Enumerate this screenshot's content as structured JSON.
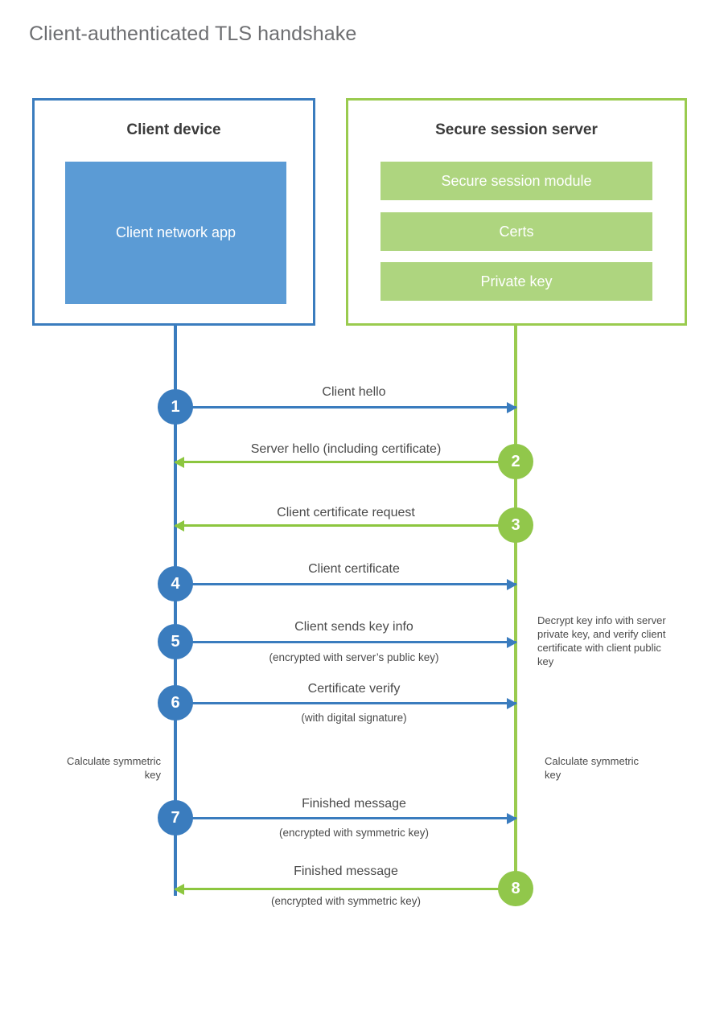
{
  "title": "Client-authenticated TLS handshake",
  "colors": {
    "client_blue": "#3a7cbe",
    "client_app_fill": "#5b9bd5",
    "server_green": "#9acb4f",
    "server_bar_fill": "#aed57f",
    "arrow_green": "#8cc63f",
    "circle_green": "#91c74b",
    "text_gray": "#4a4a4a",
    "title_gray": "#6d6e71"
  },
  "parties": {
    "client": {
      "title": "Client device",
      "app_label": "Client network app"
    },
    "server": {
      "title": "Secure session server",
      "components": [
        "Secure session module",
        "Certs",
        "Private key"
      ]
    }
  },
  "steps": [
    {
      "number": "1",
      "label": "Client hello",
      "sub": "",
      "direction": "client-to-server",
      "color": "blue"
    },
    {
      "number": "2",
      "label": "Server hello (including certificate)",
      "sub": "",
      "direction": "server-to-client",
      "color": "green"
    },
    {
      "number": "3",
      "label": "Client certificate request",
      "sub": "",
      "direction": "server-to-client",
      "color": "green"
    },
    {
      "number": "4",
      "label": "Client certificate",
      "sub": "",
      "direction": "client-to-server",
      "color": "blue"
    },
    {
      "number": "5",
      "label": "Client sends key info",
      "sub": "(encrypted with server’s public key)",
      "direction": "client-to-server",
      "color": "blue"
    },
    {
      "number": "6",
      "label": "Certificate verify",
      "sub": "(with digital signature)",
      "direction": "client-to-server",
      "color": "blue"
    },
    {
      "number": "7",
      "label": "Finished message",
      "sub": "(encrypted with symmetric key)",
      "direction": "client-to-server",
      "color": "blue"
    },
    {
      "number": "8",
      "label": "Finished message",
      "sub": "(encrypted with symmetric key)",
      "direction": "server-to-client",
      "color": "green"
    }
  ],
  "notes": {
    "server_decrypt": "Decrypt key info with server private key, and verify client certificate with client public key",
    "client_calculate": "Calculate symmetric key",
    "server_calculate": "Calculate symmetric key"
  }
}
